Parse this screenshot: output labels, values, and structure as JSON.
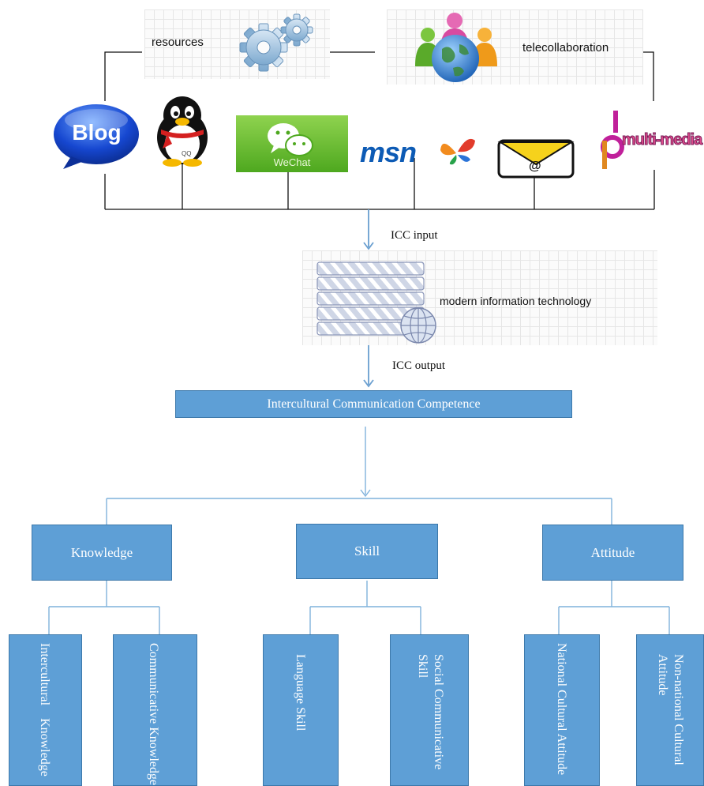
{
  "header": {
    "resources_label": "resources",
    "telecollaboration_label": "telecollaboration"
  },
  "tools": {
    "blog": "Blog",
    "qq": "QQ",
    "wechat": "WeChat",
    "msn": "msn",
    "email": "@",
    "multimedia": "multi-media"
  },
  "flow": {
    "icc_input": "ICC input",
    "server_label": "modern information technology",
    "icc_output": "ICC output",
    "main_box": "Intercultural Communication Competence"
  },
  "categories": {
    "knowledge": "Knowledge",
    "skill": "Skill",
    "attitude": "Attitude"
  },
  "subcategories": {
    "intercultural_knowledge": "Intercultural    Knowledge",
    "communicative_knowledge": "Communicative Knowledge",
    "language_skill": "Language Skill",
    "social_communicative_skill": "Social Communicative\nSkill",
    "national_cultural_attitude": "National Cultural Attitude",
    "non_national_cultural_attitude": "Non-national Cultural\nAttitude"
  },
  "colors": {
    "box_fill": "#5e9fd6",
    "connector": "#7fb2dc"
  }
}
